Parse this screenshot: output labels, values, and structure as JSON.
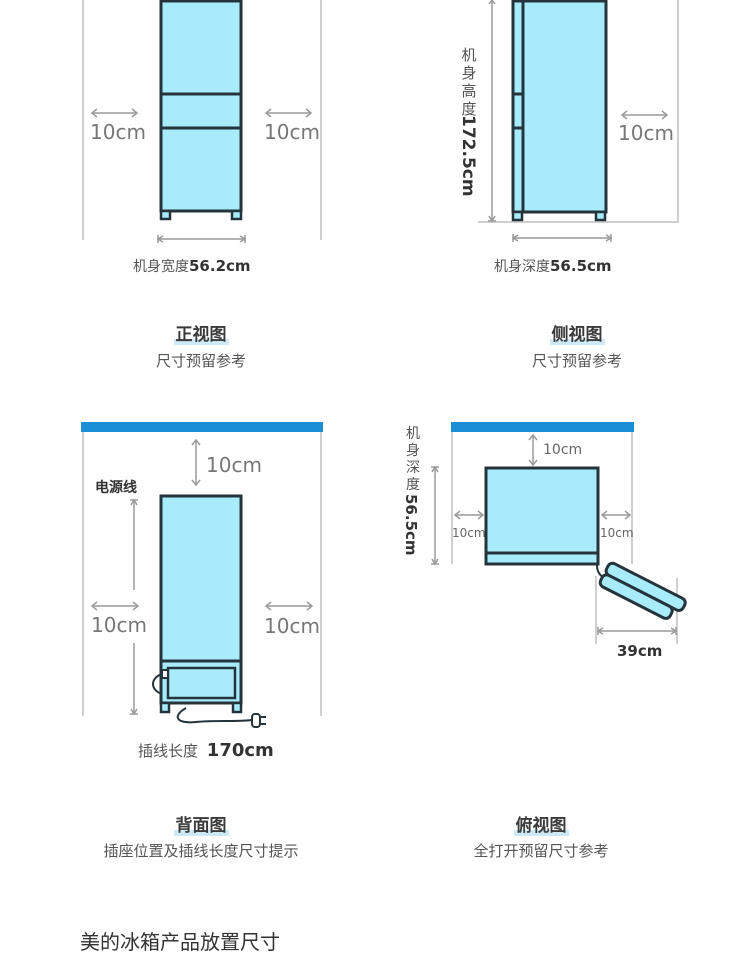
{
  "colors": {
    "fridge_fill": "#a8ecfb",
    "fridge_outline": "#25343c",
    "wall_bar": "#1a8fd6",
    "guide_line": "#c8c8c8",
    "dim_arrow": "#9a9a9a",
    "label_text": "#555555"
  },
  "front_view": {
    "clearance_left": "10cm",
    "clearance_right": "10cm",
    "width_label": "机身宽度",
    "width_value": "56.2cm",
    "caption_title": "正视图",
    "caption_sub": "尺寸预留参考"
  },
  "side_view": {
    "height_label": "机身高度",
    "height_value": "172.5cm",
    "clearance_right": "10cm",
    "depth_label": "机身深度",
    "depth_value": "56.5cm",
    "caption_title": "侧视图",
    "caption_sub": "尺寸预留参考"
  },
  "back_view": {
    "power_cord_label": "电源线",
    "clearance_top": "10cm",
    "clearance_left": "10cm",
    "clearance_right": "10cm",
    "cord_length_label": "插线长度",
    "cord_length_value": "170cm",
    "caption_title": "背面图",
    "caption_sub": "插座位置及插线长度尺寸提示"
  },
  "top_view": {
    "depth_label": "机身深度",
    "depth_value": "56.5cm",
    "clearance_top": "10cm",
    "clearance_left": "10cm",
    "clearance_right": "10cm",
    "door_open_value": "39cm",
    "caption_title": "俯视图",
    "caption_sub": "全打开预留尺寸参考"
  },
  "footer": {
    "title": "美的冰箱产品放置尺寸"
  }
}
